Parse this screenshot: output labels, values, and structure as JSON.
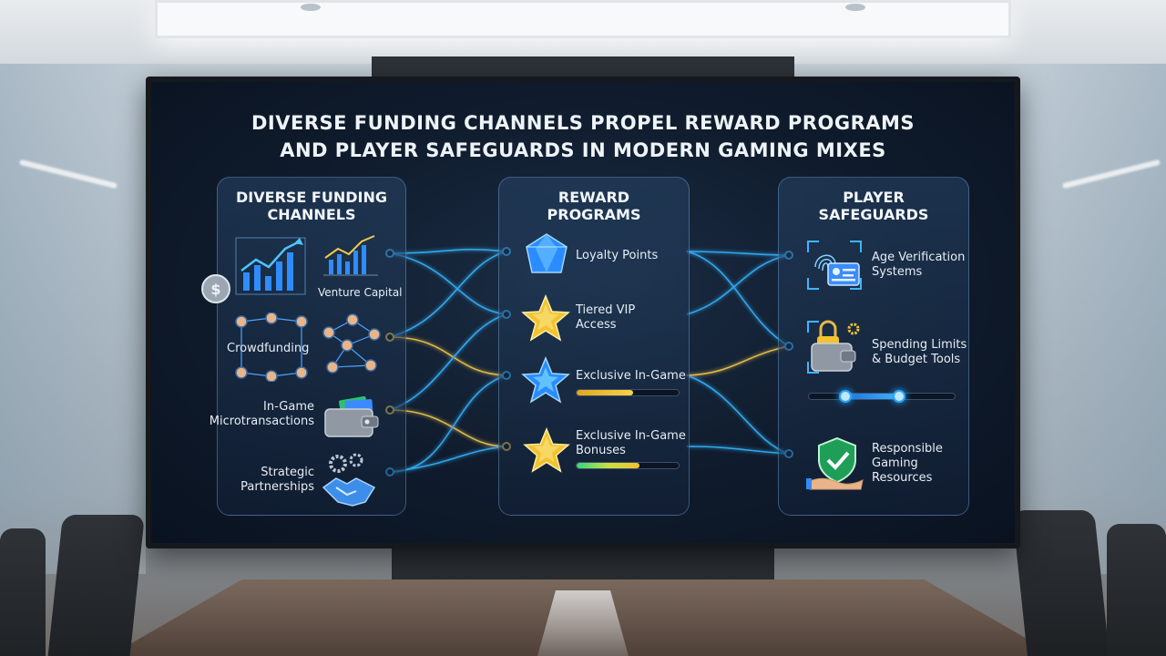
{
  "title_line1": "DIVERSE FUNDING CHANNELS PROPEL REWARD PROGRAMS",
  "title_line2": "AND PLAYER SAFEGUARDS IN MODERN GAMING MIXES",
  "funding": {
    "title_line1": "DIVERSE FUNDING",
    "title_line2": "CHANNELS",
    "items": {
      "venture": "Venture Capital",
      "crowdfunding": "Crowdfunding",
      "micro_line1": "In-Game",
      "micro_line2": "Microtransactions",
      "partners_line1": "Strategic",
      "partners_line2": "Partnerships"
    }
  },
  "rewards": {
    "title_line1": "REWARD",
    "title_line2": "PROGRAMS",
    "items": {
      "loyalty": "Loyalty Points",
      "vip_line1": "Tiered VIP",
      "vip_line2": "Access",
      "exclusive": "Exclusive In-Game",
      "bonuses_line1": "Exclusive In-Game",
      "bonuses_line2": "Bonuses"
    },
    "exclusive_progress": 0.55,
    "bonuses_progress": 0.62
  },
  "safeguards": {
    "title_line1": "PLAYER",
    "title_line2": "SAFEGUARDS",
    "items": {
      "age_line1": "Age Verification",
      "age_line2": "Systems",
      "spend_line1": "Spending Limits",
      "spend_line2": "& Budget Tools",
      "resp_line1": "Responsible",
      "resp_line2": "Gaming",
      "resp_line3": "Resources"
    },
    "budget_slider": [
      0.25,
      0.62
    ]
  },
  "icons": {
    "dollar": "dollar-coin-icon",
    "growth": "growth-chart-icon",
    "network": "people-network-icon",
    "wallet": "wallet-icon",
    "handshake": "handshake-gears-icon",
    "gem": "blue-gem-icon",
    "star": "gold-star-icon",
    "fingerprint": "fingerprint-id-icon",
    "lock": "lock-wallet-icon",
    "shield": "shield-check-icon"
  },
  "colors": {
    "panel_border": "#6ea0d2",
    "link_blue": "#35b4ff",
    "link_gold": "#f2c94c",
    "gold_bar": "#f2c230",
    "green_bar": "#37d67a",
    "accent_cyan": "#2aa6ff"
  }
}
